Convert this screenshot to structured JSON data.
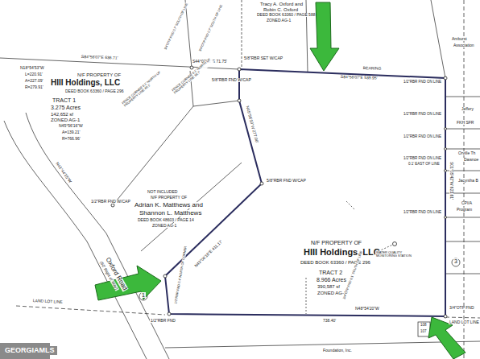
{
  "diagram": {
    "labels": [
      "Tracy A. Oxford and",
      "Robin C. Oxford",
      "DEED BOOK 63360 / PAGE 588",
      "ZONED AG-1",
      "N/F PROPERTY OF",
      "HIII Holdings, LLC",
      "DEED BOOK 63360 / PAGE 296",
      "TRACT 1",
      "3.275 Acres",
      "142,652 sf",
      "ZONED AG-1",
      "NOT INCLUDED",
      "N/F PROPERTY OF",
      "Adrian K. Matthews and",
      "Shannon L. Matthews",
      "DEED BOOK 48603 / PAGE 14",
      "ZONED AG-1",
      "N/F PROPERTY OF",
      "HIII Holdings, LLC",
      "DEED BOOK 63360 / PAGE 296",
      "TRACT 2",
      "8.966 Acres",
      "390,587 sf",
      "ZONED AG-1",
      "S84°56'07\"E  636.71'",
      "S84°56'07\"E  539.95'",
      "BEARING",
      "3/4\"OTP FND 0.7' SOUTH OF LINE",
      "3/4\"OTP FND 0.7' SOUTH OF LINE",
      "5/8\"RBR SET W/CAP",
      "5/8\"RBR FND W/CAP",
      "S44°02'52\"E 71.75'",
      "FENCE CORNER 0.1' NORTH OF PROPERTY LINE 38.7'",
      "FENCE CORNER 0.1' NORTH OF PROPERTY LINE 40.1'",
      "N45°56'10\"W 277.00'",
      "5/8\"RBR FND W/CAP",
      "N43°06'18\"E 411.17'",
      "1/2\"RBR FND W/CAP",
      "1/2\"RBR FND 0.4' NORTH OF CORNER",
      "1/2\"RBR FND",
      "N48°54'20\"W",
      "738.40'",
      "S01°05'42\"W 623.61'",
      "1/2\"RBR FND ON LINE",
      "1/2\"RBR FND ON LINE",
      "1/2\"RBR FND ON LINE",
      "1/2\"RBR FND ON LINE",
      "0.1' EAST OF LINE",
      "1/2\"RBR FND ON LINE",
      "3/4\"OTP FND",
      "3/4\"OTP FND 0.1' SOUTH OF LINE",
      "WATER QUALITY MONITORING STATION",
      "LAND LOT LINE",
      "LAND LOT LINE",
      "Oxford Road",
      "(60' Right of Way)",
      "Amburst",
      "Association",
      "Jeffery",
      "FKH SFR",
      "Orville Th",
      "Dawnoe",
      "Jacyntha B",
      "CPI/A",
      "Program",
      "N18°54'53\"W",
      "L=220.91'",
      "A=227.09'",
      "R=279.91'",
      "N45°56'16\"W",
      "A=139.21'",
      "R=766.96'",
      "N41°44'15\"W",
      "GEORGIAMLS",
      "1",
      "3",
      "108",
      "107",
      "Foundation, Inc."
    ]
  }
}
